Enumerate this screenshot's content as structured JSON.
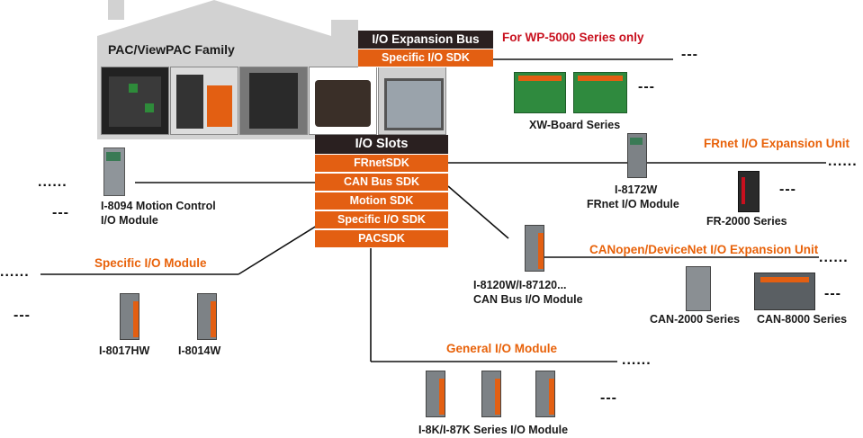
{
  "family_title": "PAC/ViewPAC Family",
  "expansion_bus": {
    "header": "I/O Expansion Bus",
    "sdk": "Specific I/O SDK",
    "note": "For WP-5000 Series only",
    "board_label": "XW-Board Series"
  },
  "io_slots": {
    "header": "I/O Slots",
    "sdks": [
      "FRnetSDK",
      "CAN Bus SDK",
      "Motion SDK",
      "Specific I/O SDK",
      "PACSDK"
    ]
  },
  "motion": {
    "line1": "I-8094 Motion Control",
    "line2": "I/O Module"
  },
  "specific_io": {
    "title": "Specific I/O Module",
    "items": [
      "I-8017HW",
      "I-8014W"
    ]
  },
  "general_io": {
    "title": "General I/O Module",
    "caption": "I-8K/I-87K Series I/O Module"
  },
  "frnet": {
    "title": "FRnet I/O Expansion Unit",
    "module_line1": "I-8172W",
    "module_line2": "FRnet I/O Module",
    "series": "FR-2000 Series"
  },
  "can": {
    "title": "CANopen/DeviceNet I/O Expansion Unit",
    "module_line1": "I-8120W/I-87120...",
    "module_line2": "CAN Bus I/O Module",
    "series1": "CAN-2000 Series",
    "series2": "CAN-8000 Series"
  },
  "ellipsis_dots": "......",
  "ellipsis_dash": "---",
  "colors": {
    "orange": "#e35f12",
    "dark": "#2a2020",
    "red": "#c8101e",
    "gray": "#d0d0d0"
  }
}
